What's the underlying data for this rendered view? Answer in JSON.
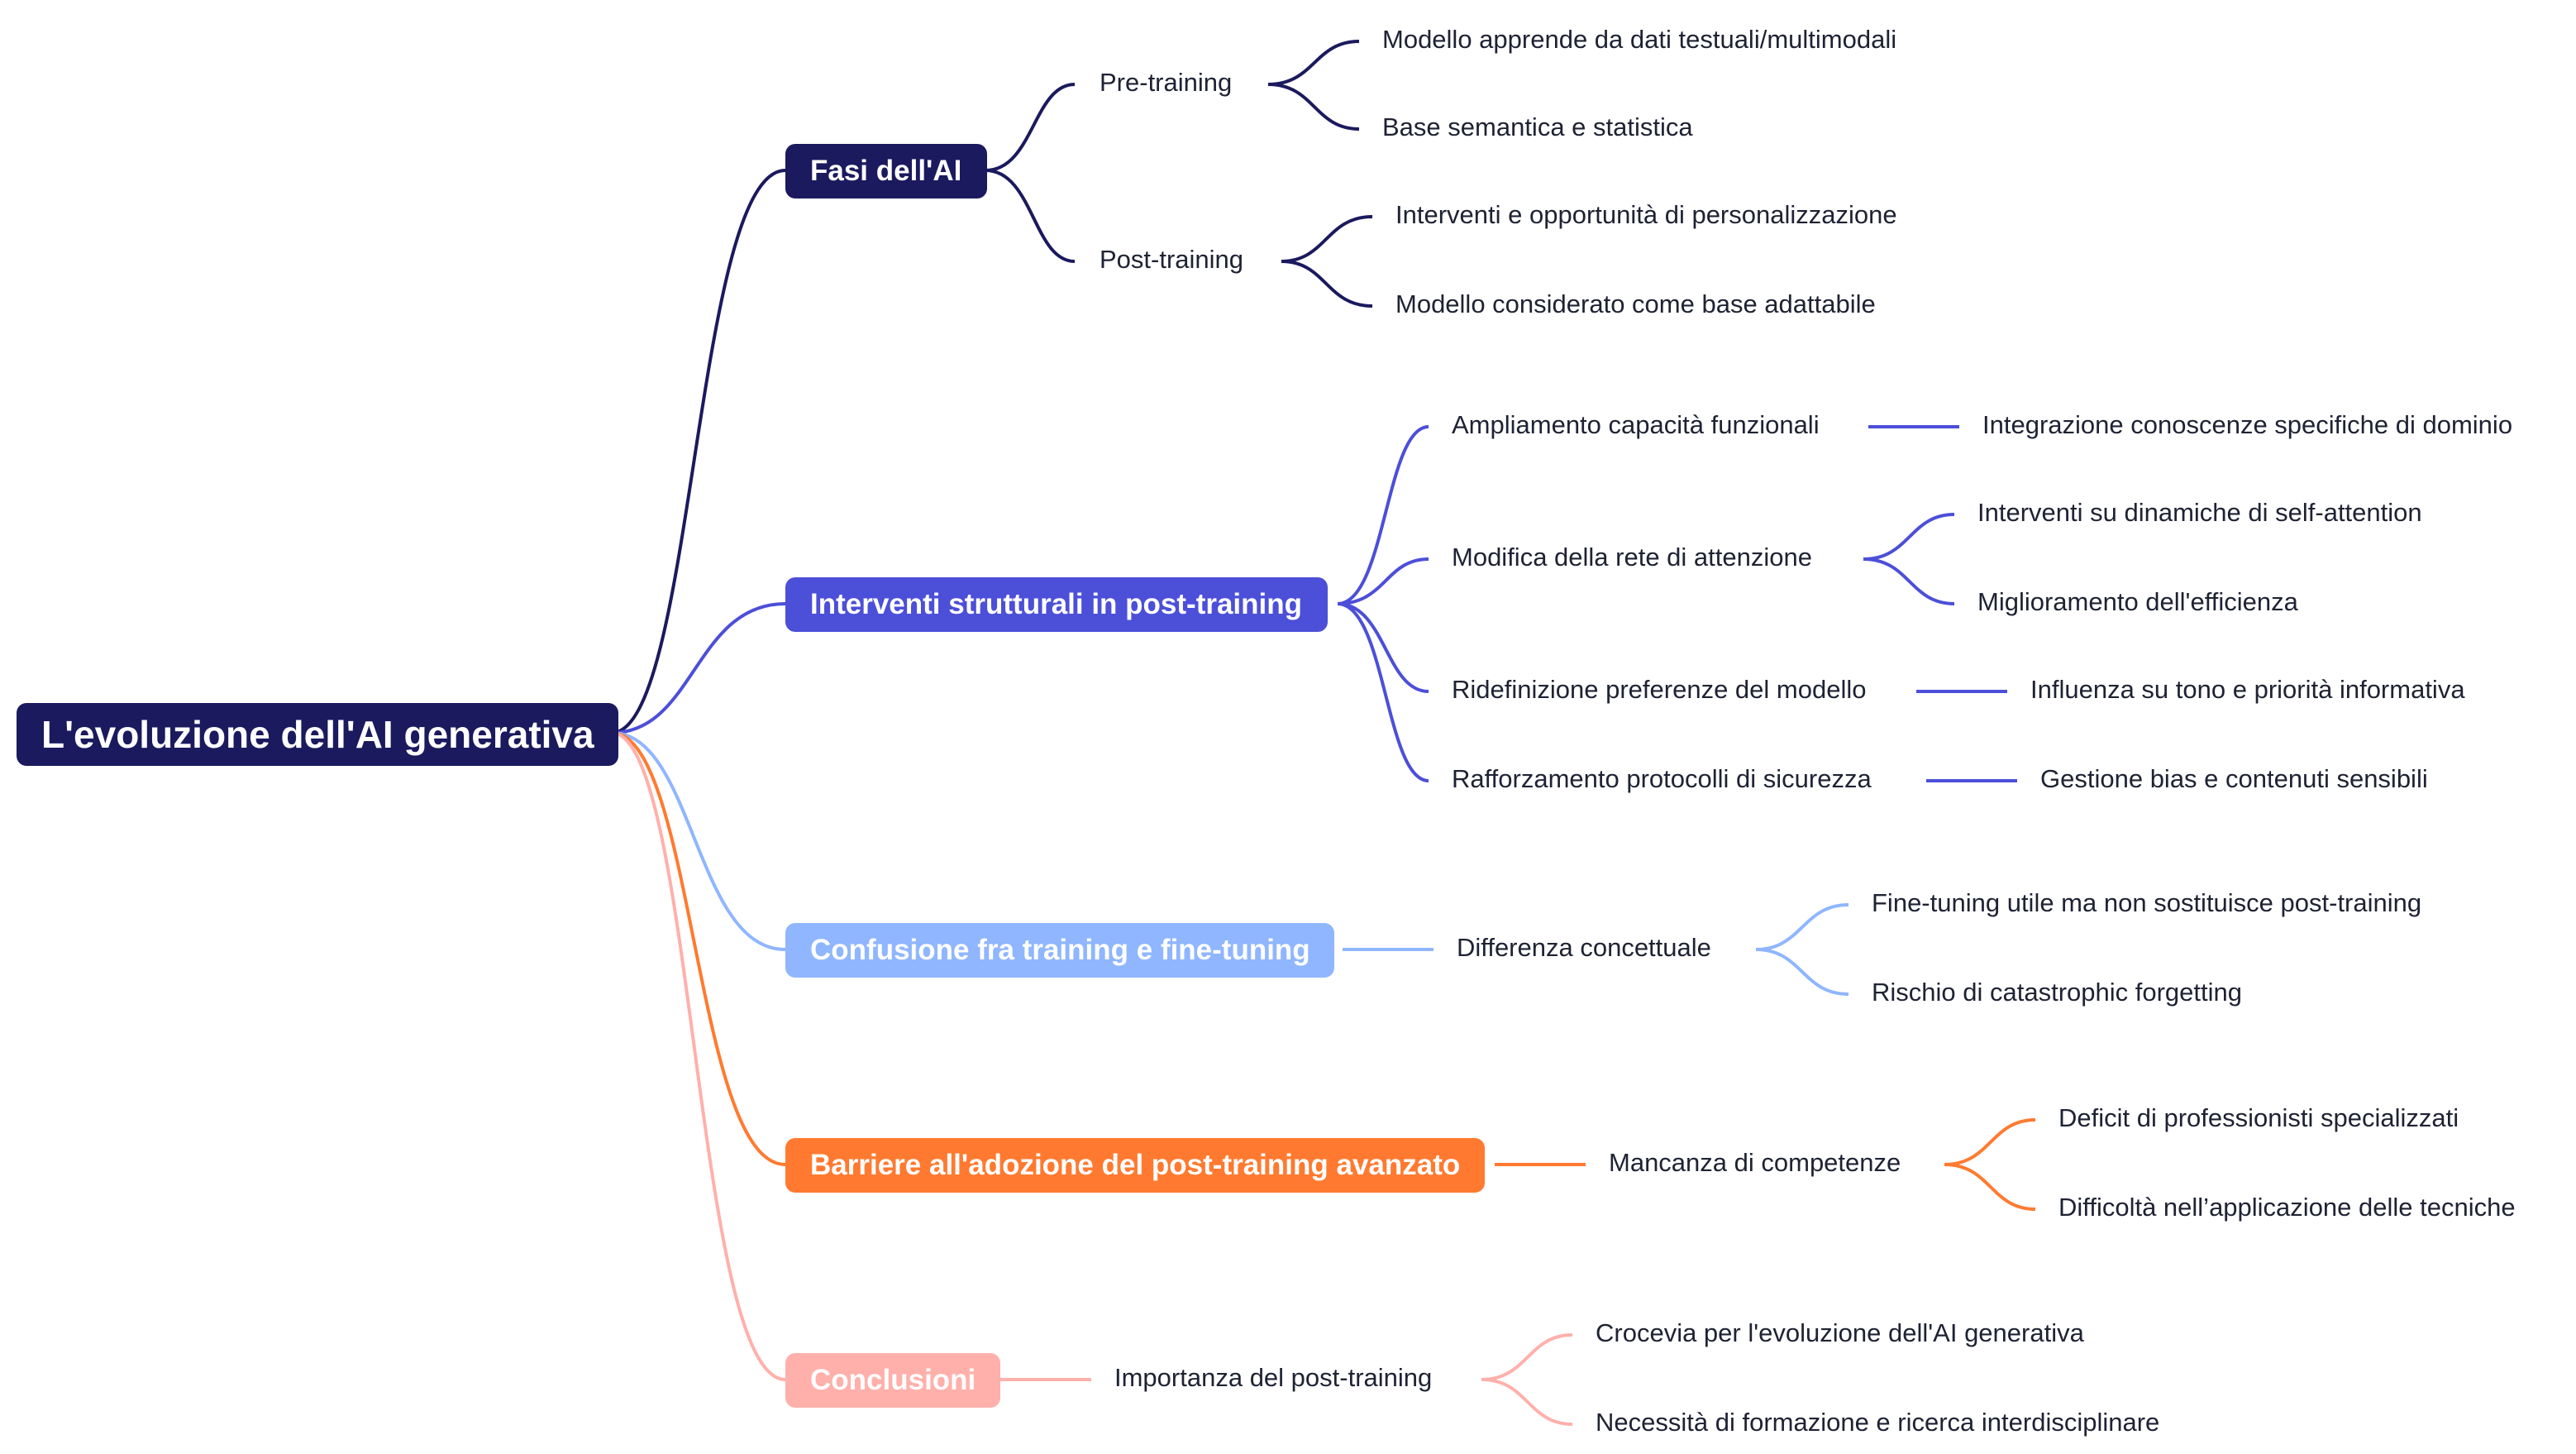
{
  "colors": {
    "root": "#1b1a5e",
    "branch_fasi": "#1b1a5e",
    "branch_interventi": "#4c4fd8",
    "branch_confusione": "#8fb6ff",
    "branch_barriere": "#ff7a30",
    "branch_conclusioni": "#ffb0ab"
  },
  "root": {
    "label": "L'evoluzione dell'AI generativa"
  },
  "branches": [
    {
      "label": "Fasi dell'AI",
      "children": [
        {
          "label": "Pre-training",
          "children": [
            {
              "label": "Modello apprende da dati testuali/multimodali"
            },
            {
              "label": "Base semantica e statistica"
            }
          ]
        },
        {
          "label": "Post-training",
          "children": [
            {
              "label": "Interventi e opportunità di personalizzazione"
            },
            {
              "label": "Modello considerato come base adattabile"
            }
          ]
        }
      ]
    },
    {
      "label": "Interventi strutturali in post-training",
      "children": [
        {
          "label": "Ampliamento capacità funzionali",
          "children": [
            {
              "label": "Integrazione conoscenze specifiche di dominio"
            }
          ]
        },
        {
          "label": "Modifica della rete di attenzione",
          "children": [
            {
              "label": "Interventi su dinamiche di self-attention"
            },
            {
              "label": "Miglioramento dell'efficienza"
            }
          ]
        },
        {
          "label": "Ridefinizione preferenze del modello",
          "children": [
            {
              "label": "Influenza su tono e priorità informativa"
            }
          ]
        },
        {
          "label": "Rafforzamento protocolli di sicurezza",
          "children": [
            {
              "label": "Gestione bias e contenuti sensibili"
            }
          ]
        }
      ]
    },
    {
      "label": "Confusione fra training e fine-tuning",
      "children": [
        {
          "label": "Differenza concettuale",
          "children": [
            {
              "label": "Fine-tuning utile ma non sostituisce post-training"
            },
            {
              "label": "Rischio di catastrophic forgetting"
            }
          ]
        }
      ]
    },
    {
      "label": "Barriere all'adozione del post-training avanzato",
      "children": [
        {
          "label": "Mancanza di competenze",
          "children": [
            {
              "label": "Deficit di professionisti specializzati"
            },
            {
              "label": "Difficoltà nell’applicazione delle tecniche"
            }
          ]
        }
      ]
    },
    {
      "label": "Conclusioni",
      "children": [
        {
          "label": "Importanza del post-training",
          "children": [
            {
              "label": "Crocevia per l'evoluzione dell'AI generativa"
            },
            {
              "label": "Necessità di formazione e ricerca interdisciplinare"
            }
          ]
        }
      ]
    }
  ]
}
